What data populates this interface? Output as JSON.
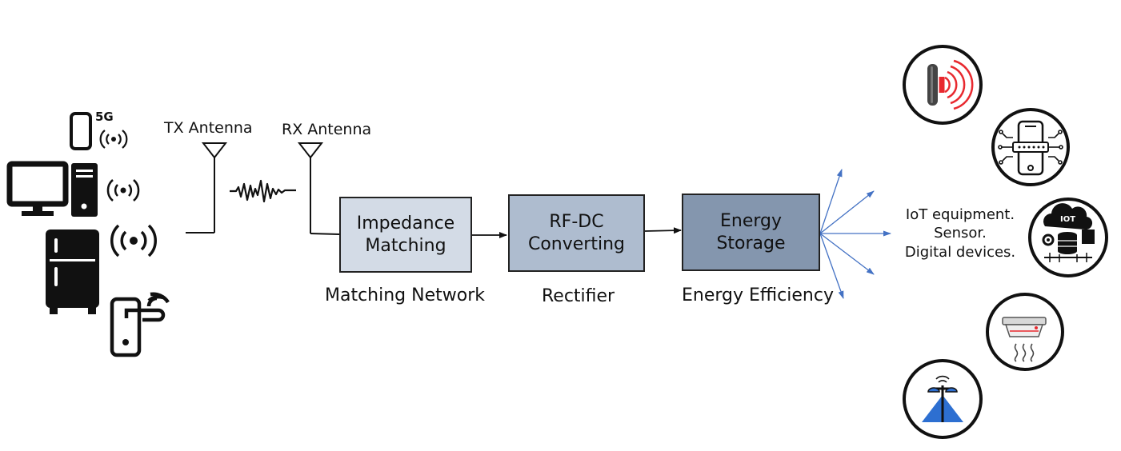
{
  "antennas": {
    "tx_label": "TX Antenna",
    "rx_label": "RX Antenna"
  },
  "source_devices": {
    "phone_badge": "5G",
    "icons": [
      "phone-icon",
      "desktop-computer-icon",
      "refrigerator-icon",
      "smart-door-lock-icon"
    ]
  },
  "blocks": [
    {
      "line1": "Impedance",
      "line2": "Matching",
      "caption": "Matching Network",
      "fill": "#d3dbe6"
    },
    {
      "line1": "RF-DC",
      "line2": "Converting",
      "caption": "Rectifier",
      "fill": "#aebccf"
    },
    {
      "line1": "Energy",
      "line2": "Storage",
      "caption": "Energy Efficiency",
      "fill": "#8496ae"
    }
  ],
  "iot": {
    "line1": "IoT equipment.",
    "line2": "Sensor.",
    "line3": "Digital devices.",
    "iot_badge": "IOT",
    "icons": [
      "rfid-tag-icon",
      "mobile-circuit-icon",
      "iot-cloud-icon",
      "smoke-detector-icon",
      "smart-streetlight-icon"
    ]
  },
  "colors": {
    "arrow_blue": "#4472c4",
    "icon_red": "#e8292f",
    "light_blue": "#2d6fd1"
  }
}
